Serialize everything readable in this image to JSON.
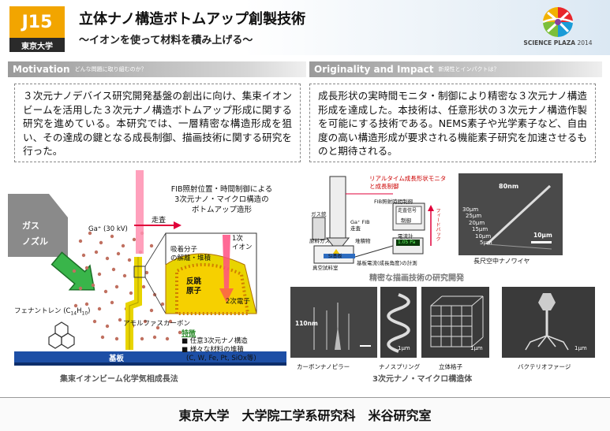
{
  "header": {
    "badge_id": "J15",
    "badge_univ": "東京大学",
    "title": "立体ナノ構造ボトムアップ創製技術",
    "subtitle": "～イオンを使って材料を積み上げる～",
    "logo_text_1": "SCIENCE PLAZA",
    "logo_text_2": "2014"
  },
  "motivation": {
    "title": "Motivation",
    "subtitle": "どんな問題に取り組むのか？",
    "body": "３次元ナノデバイス研究開発基盤の創出に向け、集束イオンビームを活用した３次元ナノ構造ボトムアップ形成に関する研究を進めている。本研究では、一層精密な構造形成を狙い、その達成の鍵となる成長制御、描画技術に関する研究を行った。"
  },
  "originality": {
    "title": "Originality and Impact",
    "subtitle": "新規性とインパクトは？",
    "body": "成長形状の実時間モニタ・制御により精密な３次元ナノ構造形成を達成した。本技術は、任意形状の３次元ナノ構造作製を可能にする技術である。NEMS素子や光学素子など、自由度の高い構造形成が要求される機能素子研究を加速させるものと期待される。"
  },
  "left_figure": {
    "gas_nozzle_1": "ガス",
    "gas_nozzle_2": "ノズル",
    "ga_beam": "Ga⁺ (30 kV)",
    "fib_title_1": "FIB照射位置・時間制御による",
    "fib_title_2": "3次元ナノ・マイクロ構造の",
    "fib_title_3": "ボトムアップ造形",
    "scan": "走査",
    "adsorb_1": "吸着分子",
    "adsorb_2": "の解離・堆積",
    "primary_ion_1": "1次",
    "primary_ion_2": "イオン",
    "recoil_1": "反跳",
    "recoil_2": "原子",
    "secondary_electron": "2次電子",
    "phenanthrene": "フェナントレン (C",
    "phenanthrene_sub1": "14",
    "phenanthrene_h": "H",
    "phenanthrene_sub2": "10",
    "phenanthrene_end": ")",
    "amorphous": "アモルファスカーボン",
    "features": "特徴",
    "feature_1": "■ 任意3次元ナノ構造",
    "feature_2": "■ 様々な材料の堆積",
    "feature_3": "(C, W, Fe, Pt, SiOx等)",
    "substrate": "基板",
    "caption": "集束イオンビーム化学気相成長法"
  },
  "right_figure": {
    "monitor_1": "リアルタイム成長形状モニタ",
    "monitor_2": "と成長制御",
    "gas_cyl": "ガス銃",
    "fib_time": "FIB照射時間制御",
    "ga_fib_1": "Ga⁺ FIB",
    "ga_fib_2": "走査",
    "source_gas": "原料ガス",
    "deposit": "堆積物",
    "si_sub": "Si基板",
    "ammeter": "電流計",
    "amm_value": "1.05 Pa",
    "scan_signal": "走査信号",
    "control": "制御",
    "feedback": "フィードバック",
    "sub_current": "基板電流(成長角度)の計測",
    "vacuum": "真空試料室",
    "nanowire_80": "80nm",
    "nanowire_30": "30μm",
    "nanowire_25": "25μm",
    "nanowire_20": "20μm",
    "nanowire_15": "15μm",
    "nanowire_10": "10μm",
    "nanowire_5": "5μm",
    "scale_10um": "10μm",
    "nanowire_caption": "長尺空中ナノワイヤ",
    "precise_caption": "精密な描画技術の研究開発",
    "pillar_110": "110nm",
    "pillar_caption": "カーボンナノピラー",
    "spring_scale": "1μm",
    "spring_caption": "ナノスプリング",
    "lattice_scale": "1μm",
    "lattice_caption": "立体格子",
    "phage_scale": "1μm",
    "phage_caption": "バクテリオファージ",
    "structures_caption": "3次元ナノ・マイクロ構造体"
  },
  "footer": {
    "text": "東京大学　大学院工学系研究科　米谷研究室"
  }
}
